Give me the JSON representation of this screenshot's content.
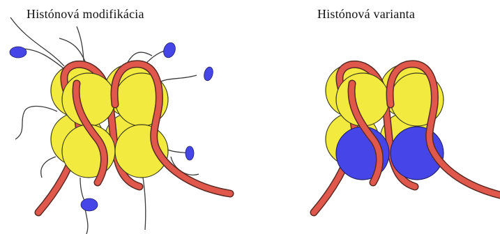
{
  "panels": {
    "left": {
      "title": "Histónová modifikácia"
    },
    "right": {
      "title": "Histónová varianta"
    }
  },
  "colors": {
    "histone_core": "#F2EA3E",
    "histone_core_stroke": "#3A3A1E",
    "dna": "#E0584C",
    "dna_stroke": "#5A2A24",
    "modification": "#4646E8",
    "histone_variant": "#4646E8",
    "tail": "#3A3A3A"
  },
  "icons": {
    "modification_mark": "ellipse-blue",
    "histone": "circle-yellow",
    "dna": "ribbon-red"
  }
}
